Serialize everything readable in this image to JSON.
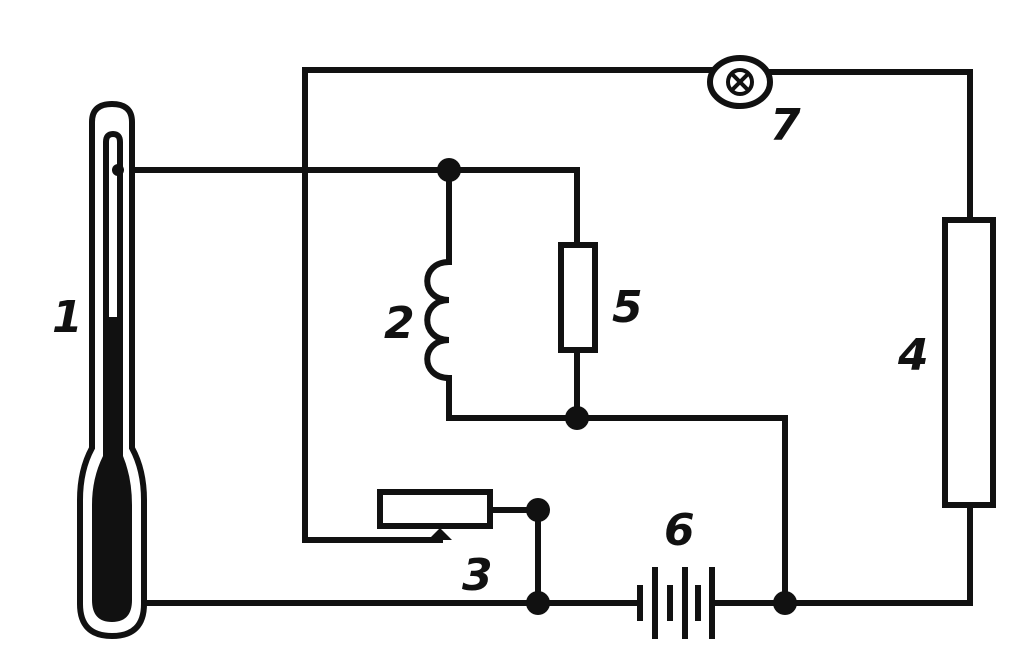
{
  "labels": {
    "thermometer": "1",
    "coil": "2",
    "rheostat": "3",
    "tube": "4",
    "resistor": "5",
    "battery": "6",
    "lamp": "7"
  },
  "colors": {
    "ink": "#111111",
    "background": "#ffffff"
  }
}
